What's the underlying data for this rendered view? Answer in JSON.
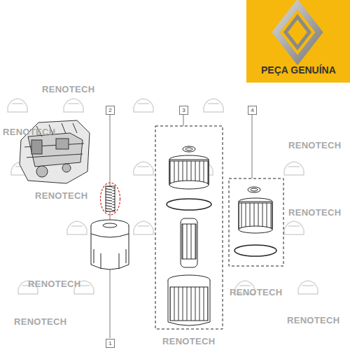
{
  "diagram": {
    "labels": [
      "PEÇA GENUÍNA",
      "2",
      "3",
      "4",
      "1",
      "RENOTECH",
      "RENOTECH",
      "RENOTECH",
      "RENOTECH",
      "RENOTECH",
      "RENOTECH",
      "RENOTECH",
      "RENOTECH",
      "RENOTECH",
      "RENOTECH"
    ]
  }
}
